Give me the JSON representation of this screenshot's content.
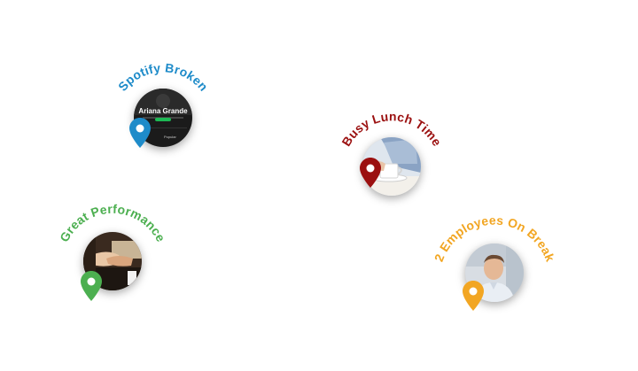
{
  "markers": [
    {
      "label": "Spotify Broken",
      "color": "#1e8bc9",
      "photo": "spotify-app-screenshot",
      "photo_text": "Ariana Grande",
      "photo_subtext": "Popular",
      "pin_icon": "map-pin-icon"
    },
    {
      "label": "Busy Lunch Time",
      "color": "#9b1010",
      "photo": "coffee-cup-hand",
      "pin_icon": "map-pin-icon"
    },
    {
      "label": "Great Performance",
      "color": "#4caf50",
      "photo": "handshake-meeting",
      "pin_icon": "map-pin-icon"
    },
    {
      "label": "2 Employees On Break",
      "color": "#f2a623",
      "photo": "employee-portrait",
      "pin_icon": "map-pin-icon"
    }
  ]
}
